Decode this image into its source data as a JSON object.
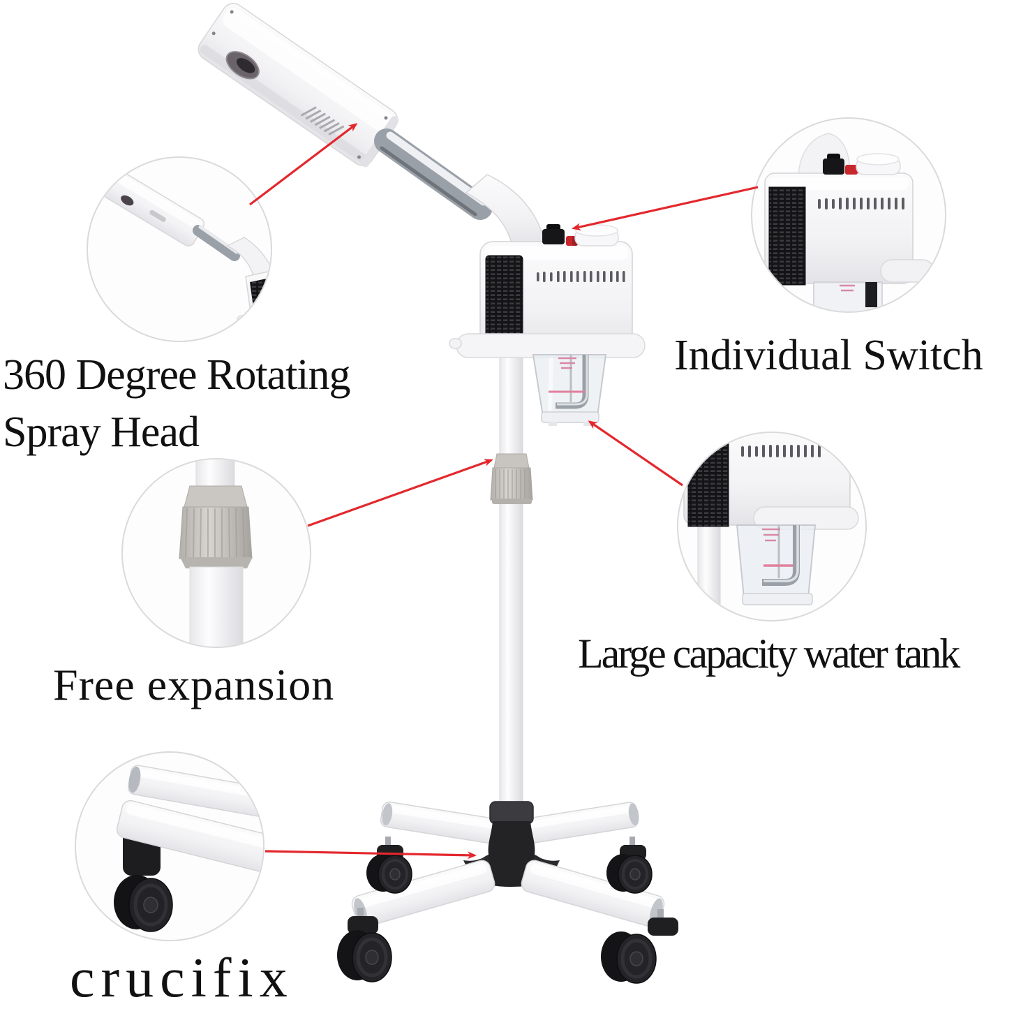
{
  "colors": {
    "arrow_red": "#e3282d",
    "text": "#111111",
    "circle_border": "#dadada",
    "red_switch": "#c8272c",
    "pink_water_mark": "#e0809d"
  },
  "callouts": {
    "spray_head": {
      "label": "360 Degree Rotating Spray Head"
    },
    "individual_switch": {
      "label": "Individual Switch"
    },
    "free_expansion": {
      "label": "Free expansion"
    },
    "water_tank": {
      "label": "Large capacity water tank"
    },
    "crucifix": {
      "label": "crucifix"
    }
  }
}
